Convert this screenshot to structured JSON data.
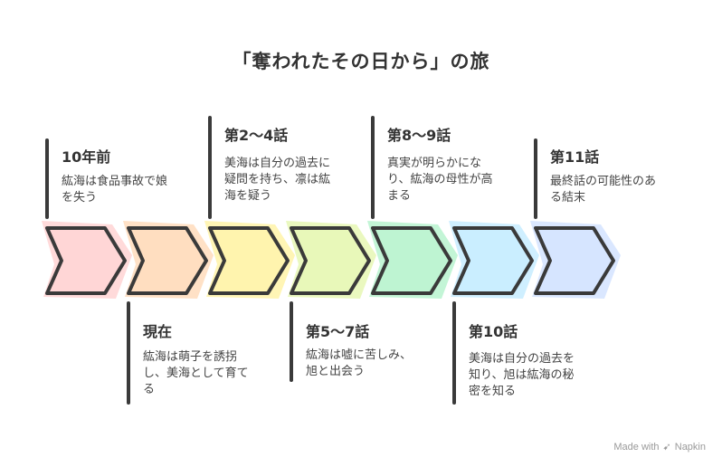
{
  "title": "「奪われたその日から」の旅",
  "colors": {
    "stroke": "#3a3a3a",
    "fills": [
      "#ffd3d3",
      "#ffdcbc",
      "#fff3a8",
      "#e6f7b4",
      "#b9f3cf",
      "#c7ecff",
      "#d3e3ff"
    ]
  },
  "stages": [
    {
      "label": "10年前",
      "lines": [
        "紘海は食品事故で娘",
        "を失う"
      ]
    },
    {
      "label": "現在",
      "lines": [
        "紘海は萌子を誘拐",
        "し、美海として育て",
        "る"
      ]
    },
    {
      "label": "第2〜4話",
      "lines": [
        "美海は自分の過去に",
        "疑問を持ち、凛は紘",
        "海を疑う"
      ]
    },
    {
      "label": "第5〜7話",
      "lines": [
        "紘海は嘘に苦しみ、",
        "旭と出会う"
      ]
    },
    {
      "label": "第8〜9話",
      "lines": [
        "真実が明らかにな",
        "り、紘海の母性が高",
        "まる"
      ]
    },
    {
      "label": "第10話",
      "lines": [
        "美海は自分の過去を",
        "知り、旭は紘海の秘",
        "密を知る"
      ]
    },
    {
      "label": "第11話",
      "lines": [
        "最終話の可能性のあ",
        "る結末"
      ]
    }
  ],
  "footer": {
    "text": "Made with",
    "brand": "Napkin",
    "icon": "napkin-logo-icon"
  }
}
